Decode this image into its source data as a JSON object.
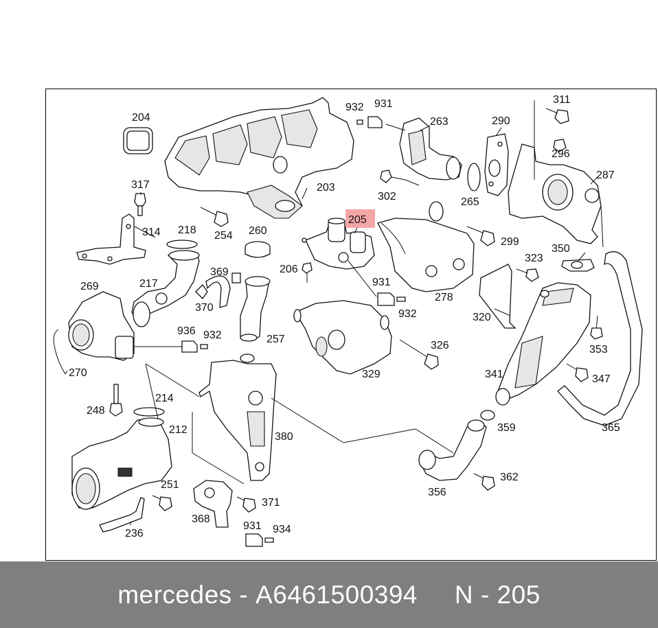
{
  "diagram": {
    "labels": [
      "204",
      "317",
      "314",
      "218",
      "254",
      "260",
      "203",
      "932",
      "931",
      "263",
      "290",
      "311",
      "296",
      "287",
      "302",
      "265",
      "205",
      "206",
      "299",
      "350",
      "323",
      "369",
      "217",
      "269",
      "370",
      "931",
      "932",
      "278",
      "320",
      "257",
      "936",
      "932",
      "326",
      "353",
      "329",
      "270",
      "341",
      "347",
      "214",
      "248",
      "212",
      "380",
      "359",
      "365",
      "362",
      "356",
      "251",
      "371",
      "236",
      "368",
      "931",
      "934"
    ],
    "highlight": {
      "label": "205",
      "color": "#f4a6a6"
    }
  },
  "footer": {
    "brand": "mercedes",
    "separator1": " - ",
    "part_number": "A6461500394",
    "gap": "     ",
    "position_prefix": "N",
    "separator2": " - ",
    "position": "205",
    "background": "#7f7f7f",
    "text_color": "#ffffff"
  }
}
